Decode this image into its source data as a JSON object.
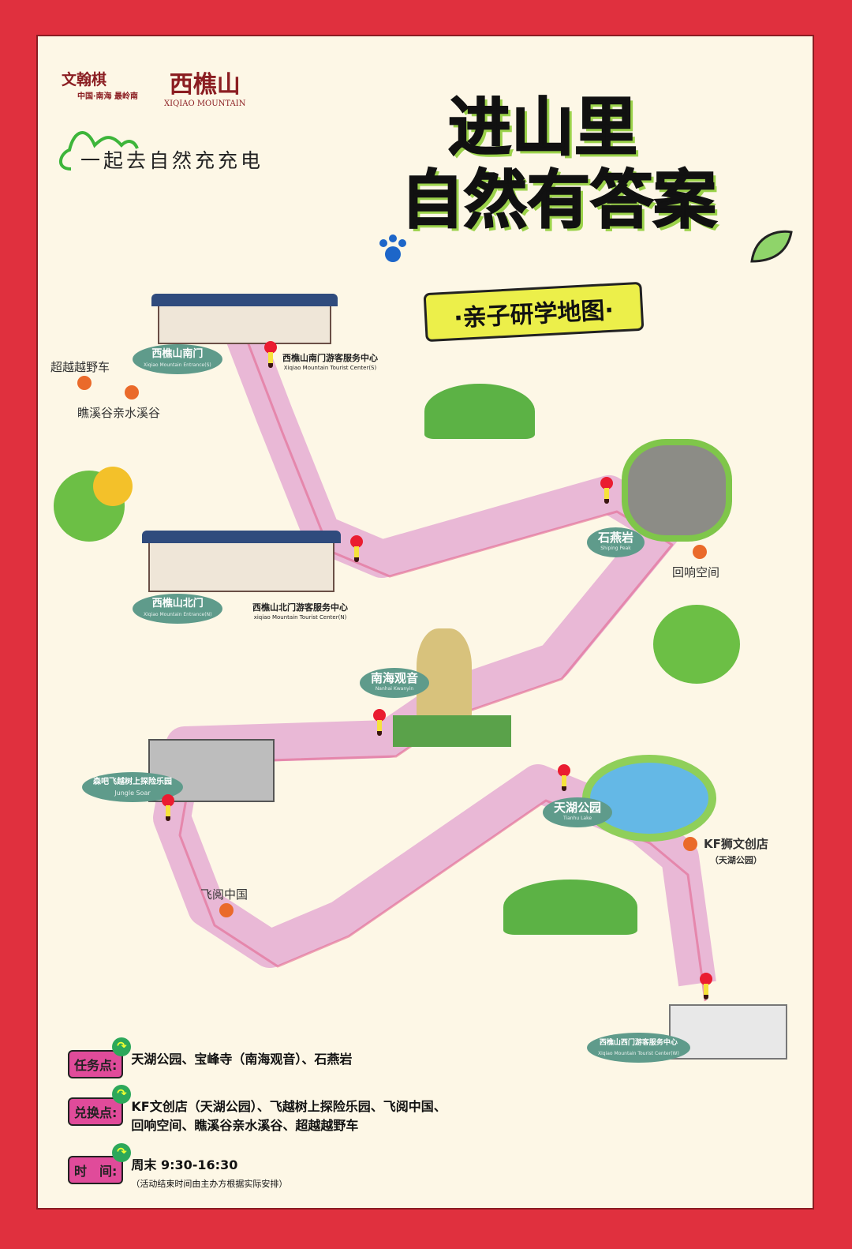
{
  "logos": {
    "wenhan": "文翰棋",
    "wenhan_sub": "中国·南海 最岭南",
    "xiqiao": "西樵山",
    "xiqiao_en": "XIQIAO MOUNTAIN"
  },
  "slogan": "一起去自然充充电",
  "title": {
    "line1": "进山里",
    "line2": "自然有答案",
    "subtitle": "·亲子研学地图·"
  },
  "places": {
    "south_gate": {
      "name": "西樵山南门",
      "en": "Xiqiao Mountain Entrance(S)"
    },
    "south_center": {
      "name": "西樵山南门游客服务中心",
      "en": "Xiqiao Mountain Tourist Center(S)"
    },
    "offroad": "超越越野车",
    "valley": "瞧溪谷亲水溪谷",
    "north_gate": {
      "name": "西樵山北门",
      "en": "Xiqiao Mountain Entrance(N)"
    },
    "north_center": {
      "name": "西樵山北门游客服务中心",
      "en": "xiqiao Mountain Tourist Center(N)"
    },
    "shiyan": {
      "name": "石燕岩",
      "en": "Shiping Peak"
    },
    "echo": "回响空间",
    "guanyin": {
      "name": "南海观音",
      "en": "Nanhai Kwanyin"
    },
    "jungle": {
      "name": "森吧飞越树上探险乐园",
      "en": "Jungle Soar"
    },
    "tianhu": {
      "name": "天湖公园",
      "en": "Tianhu Lake"
    },
    "kf": "KF狮文创店",
    "kf_sub": "（天湖公园）",
    "feiyue": "飞阅中国",
    "west_center": {
      "name": "西樵山西门游客服务中心",
      "en": "Xiqiao Mountain Tourist Center(W)"
    }
  },
  "legend": [
    {
      "tag": "任务点:",
      "text": "天湖公园、宝峰寺（南海观音）、石燕岩"
    },
    {
      "tag": "兑换点:",
      "text": "KF文创店（天湖公园）、飞越树上探险乐园、飞阅中国、",
      "text2": "回响空间、瞧溪谷亲水溪谷、超越越野车"
    },
    {
      "tag": "时　间:",
      "text": "周末 9:30-16:30",
      "note": "（活动结束时间由主办方根据实际安排）"
    }
  ],
  "colors": {
    "frame": "#e0303e",
    "paper": "#fdf7e6",
    "route": "#e9b8d6",
    "label": "#5f9b8b"
  }
}
